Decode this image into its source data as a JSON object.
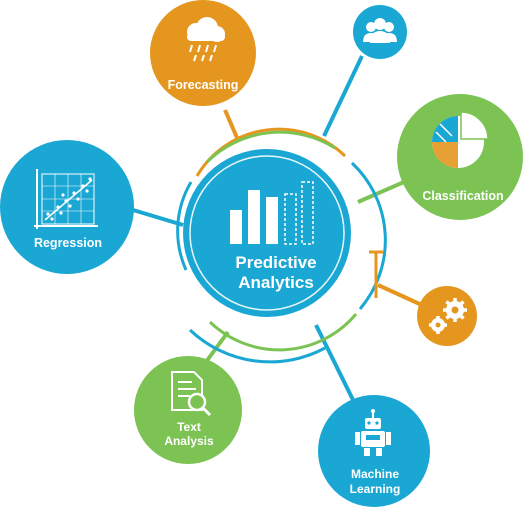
{
  "center": {
    "title_line1": "Predictive",
    "title_line2": "Analytics"
  },
  "nodes": {
    "forecasting": {
      "label": "Forecasting",
      "icon": "rain-cloud-icon"
    },
    "users": {
      "icon": "user-group-icon"
    },
    "classification": {
      "label": "Classification",
      "icon": "pie-chart-icon"
    },
    "settings": {
      "icon": "gears-icon"
    },
    "regression": {
      "label": "Regression",
      "icon": "scatter-plot-icon"
    },
    "text_analysis": {
      "label_line1": "Text",
      "label_line2": "Analysis",
      "icon": "document-search-icon"
    },
    "machine_learning": {
      "label_line1": "Machine",
      "label_line2": "Learning",
      "icon": "robot-icon"
    }
  },
  "colors": {
    "blue": "#1aa7d4",
    "green": "#7cc354",
    "orange": "#e4961e",
    "white": "#ffffff"
  }
}
